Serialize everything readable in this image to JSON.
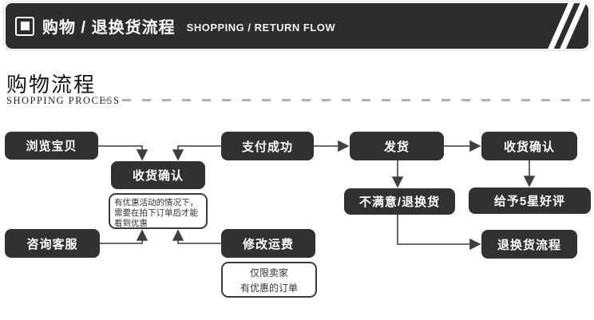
{
  "header": {
    "title_zh": "购物 / 退换货流程",
    "title_en": "SHOPPING / RETURN FLOW"
  },
  "section": {
    "title_zh": "购物流程",
    "title_en": "SHOPPING PROCESS"
  },
  "flow": {
    "nodes": {
      "browse": "浏览宝贝",
      "confirm_receipt_mid": "收货确认",
      "consult": "咨询客服",
      "pay_success": "支付成功",
      "modify_shipping": "修改运费",
      "ship": "发货",
      "unsatisfied_return": "不满意/退换货",
      "confirm_receipt_right": "收货确认",
      "five_star": "给予5星好评",
      "return_process": "退换货流程"
    },
    "notes": {
      "discount_note": "有优惠活动的情况下，需要在拍下订单后才能看到优惠",
      "seller_only_line1": "仅限卖家",
      "seller_only_line2": "有优惠的订单"
    }
  },
  "colors": {
    "banner_bg": "#2d2d2d",
    "node_bg": "#313131",
    "node_text": "#ffffff",
    "arrow": "#3f3f3f",
    "note_border": "#3a3a3a",
    "dash_line": "#b0b0b0"
  }
}
